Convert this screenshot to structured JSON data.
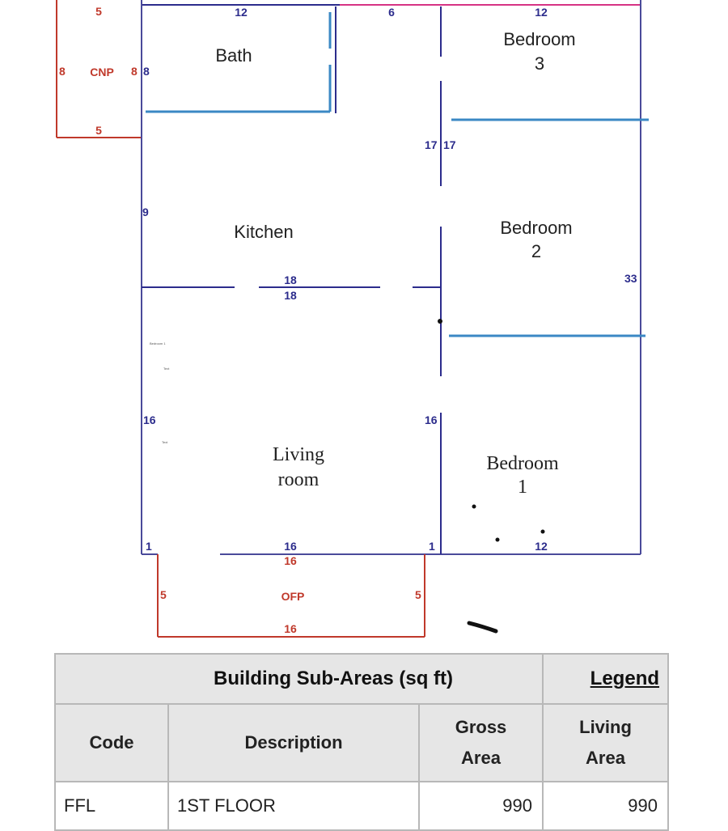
{
  "rooms": {
    "bath": "Bath",
    "kitchen": "Kitchen",
    "bedroom3_line1": "Bedroom",
    "bedroom3_line2": "3",
    "bedroom2_line1": "Bedroom",
    "bedroom2_line2": "2",
    "bedroom1_line1": "Bedroom",
    "bedroom1_line2": "1",
    "living_line1": "Living",
    "living_line2": "room",
    "cnp": "CNP",
    "ofp": "OFP"
  },
  "dimensions": {
    "cnp_top": "5",
    "cnp_left": "8",
    "cnp_right": "8",
    "cnp_bottom": "5",
    "main_left_8": "8",
    "bath_top": "12",
    "mid_top": "6",
    "bed3_top": "12",
    "hall_left": "17",
    "hall_right": "17",
    "kitchen_left": "9",
    "kitchen_bottom": "18",
    "living_top": "18",
    "right_wall": "33",
    "living_left": "16",
    "living_right": "16",
    "corner_left": "1",
    "corner_right": "1",
    "living_bottom": "16",
    "ofp_top": "16",
    "ofp_left": "5",
    "ofp_right": "5",
    "ofp_bottom": "16",
    "bed1_bottom": "12"
  },
  "notes": {
    "bedroom_tiny": "Bedroom 1",
    "text_tiny_1": "Text",
    "text_tiny_2": "Text"
  },
  "table": {
    "title": "Building Sub-Areas (sq ft)",
    "legend": "Legend",
    "headers": {
      "code": "Code",
      "description": "Description",
      "gross_line1": "Gross",
      "gross_line2": "Area",
      "living_line1": "Living",
      "living_line2": "Area"
    },
    "rows": [
      {
        "code": "FFL",
        "description": "1ST FLOOR",
        "gross": "990",
        "living": "990"
      }
    ]
  },
  "colors": {
    "wall_blue": "#2c2c8c",
    "wall_red": "#c0392b",
    "bath_line": "#3b88c4",
    "pink_line": "#d63384"
  }
}
